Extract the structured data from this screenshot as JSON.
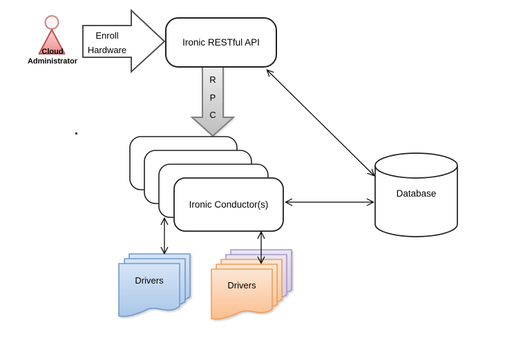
{
  "diagram": {
    "actor": {
      "name_line1": "Cloud",
      "name_line2": "Administrator"
    },
    "enroll_arrow": {
      "line1": "Enroll",
      "line2": "Hardware"
    },
    "api_box": {
      "label": "Ironic RESTful API"
    },
    "rpc_arrow": {
      "letters": [
        "R",
        "P",
        "C"
      ]
    },
    "conductor_stack": {
      "label": "Ironic Conductor(s)",
      "box_count": 4
    },
    "database": {
      "label": "Database"
    },
    "drivers_blue": {
      "label": "Drivers",
      "doc_count": 3
    },
    "drivers_orange": {
      "label": "Drivers",
      "orange_doc_count": 3,
      "purple_doc_count": 2
    },
    "colors": {
      "actor_fill_top": "#f9d2d2",
      "actor_fill_bottom": "#ee9090",
      "actor_border": "#c0504d",
      "actor_head_border": "#d08b8b",
      "block_arrow_border": "#4d4d4d",
      "rpc_fill_top": "#ededed",
      "rpc_fill_bottom": "#bdbdbd",
      "rpc_border": "#7f7f7f",
      "blue_fill_top": "#d6e4f6",
      "blue_fill_bottom": "#aac7e8",
      "blue_border": "#6f9ad0",
      "orange_fill_top": "#fde7d4",
      "orange_fill_bottom": "#fabf90",
      "orange_border": "#f09c59",
      "purple_fill_top": "#eae5f2",
      "purple_fill_bottom": "#d2c7e2",
      "purple_border": "#a597c2",
      "outline": "#1f1f1f",
      "connector": "#000000"
    }
  }
}
